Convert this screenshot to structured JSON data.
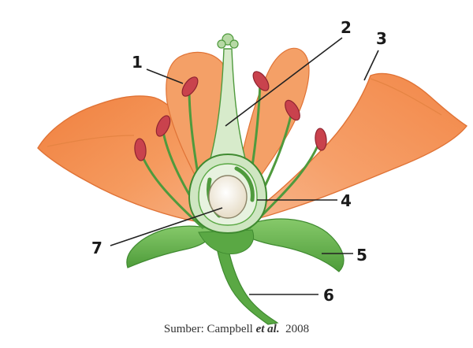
{
  "labels": [
    {
      "id": "1",
      "text": "1"
    },
    {
      "id": "2",
      "text": "2"
    },
    {
      "id": "3",
      "text": "3"
    },
    {
      "id": "4",
      "text": "4"
    },
    {
      "id": "5",
      "text": "5"
    },
    {
      "id": "6",
      "text": "6"
    },
    {
      "id": "7",
      "text": "7"
    }
  ],
  "caption": {
    "prefix": "Sumber: Campbell ",
    "emph": "et al.",
    "suffix": "  2008"
  },
  "colors": {
    "petal": "#f3955a",
    "petal_dark": "#e8773b",
    "petal_light": "#f7b489",
    "filament": "#4f9a3d",
    "anther": "#c9424d",
    "anther_dark": "#8f2430",
    "pistil": "#cfe6c2",
    "leaf": "#6bb84f",
    "leaf_dark": "#3f8a30",
    "ovule": "#f2ead9",
    "line": "#222222"
  }
}
